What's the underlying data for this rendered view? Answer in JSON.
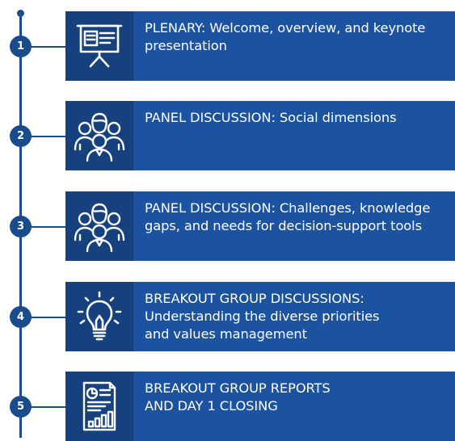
{
  "colors": {
    "line": "#1a4b8c",
    "card": "#1c53a1",
    "icon_panel": "#16417e",
    "text": "#ffffff"
  },
  "steps": [
    {
      "number": "1",
      "icon": "presentation-board-icon",
      "text_lines": [
        "PLENARY: Welcome, overview, and keynote",
        "presentation"
      ]
    },
    {
      "number": "2",
      "icon": "group-people-icon",
      "text_lines": [
        "PANEL DISCUSSION: Social dimensions"
      ]
    },
    {
      "number": "3",
      "icon": "group-people-icon",
      "text_lines": [
        "PANEL DISCUSSION: Challenges, knowledge",
        "gaps, and needs for decision-support tools"
      ]
    },
    {
      "number": "4",
      "icon": "lightbulb-icon",
      "text_lines": [
        "BREAKOUT GROUP DISCUSSIONS:",
        "Understanding the diverse priorities",
        "and values management"
      ]
    },
    {
      "number": "5",
      "icon": "report-chart-icon",
      "text_lines": [
        "BREAKOUT GROUP REPORTS",
        "AND DAY 1 CLOSING"
      ]
    }
  ]
}
